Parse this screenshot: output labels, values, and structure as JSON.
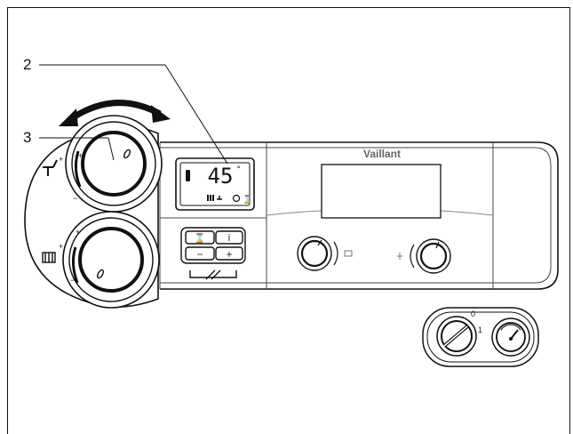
{
  "callouts": {
    "label_2": "2",
    "label_3": "3"
  },
  "display": {
    "temperature": "45",
    "unit": "°"
  },
  "buttons": {
    "top_left": "⌛",
    "top_right": "i",
    "bottom_left": "−",
    "bottom_right": "+"
  },
  "brand": "Vaillant",
  "knob_signs": {
    "plus": "+",
    "minus": "−"
  },
  "switch": {
    "off": "0",
    "on": "1"
  },
  "colors": {
    "line": "#111111",
    "panel": "#ffffff",
    "screen": "#ffffff"
  }
}
